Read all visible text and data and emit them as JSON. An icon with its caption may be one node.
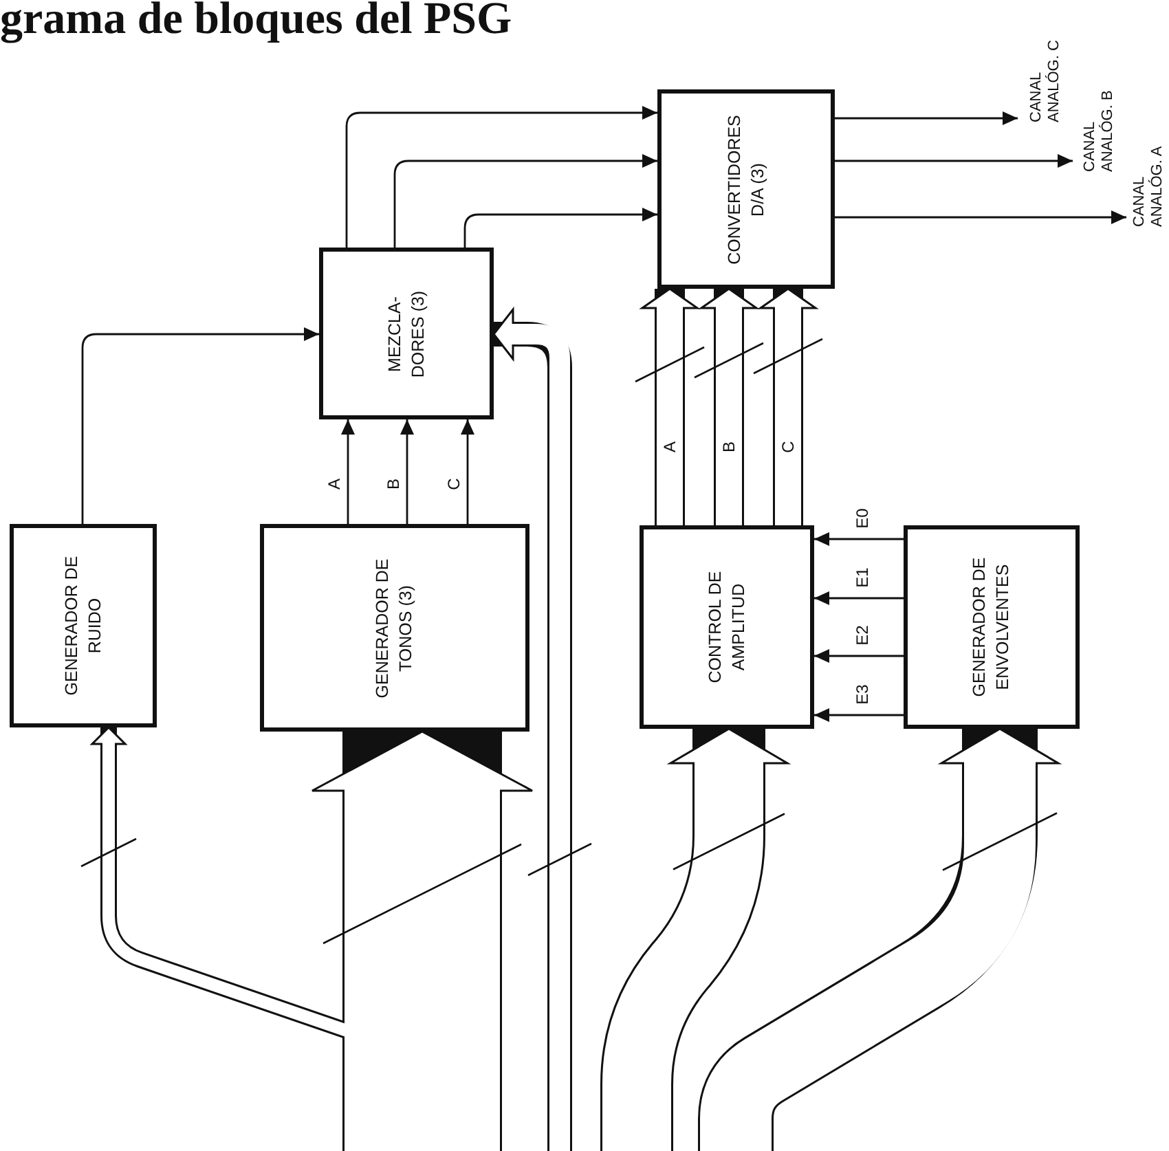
{
  "diagram": {
    "title": "grama de bloques del PSG",
    "nodes": [
      {
        "text": [
          "MEZCLA- DORES (3)"
        ]
      },
      {
        "text": [
          "CONVERTIDORES D/A (3)"
        ]
      },
      {
        "text": [
          "CANAL ANALÓG. C"
        ]
      },
      {
        "text": [
          "CANAL ANALÓG. B"
        ]
      },
      {
        "text": [
          "CANAL ANALÓG. A"
        ]
      },
      {
        "text": [
          "GENERADOR DE RUIDO"
        ]
      },
      {
        "text": [
          "GENERADOR DE TONOS (3)"
        ]
      },
      {
        "text": [
          "CONTROL DE AMPLITUD"
        ]
      },
      {
        "text": [
          "GENERADOR DE ENVOLVENTES"
        ]
      }
    ],
    "edges": [
      {
        "from": 5,
        "to": 0,
        "arrow": "to"
      },
      {
        "from": 6,
        "to": 0,
        "arrow": "to",
        "label": "A"
      },
      {
        "from": 6,
        "to": 0,
        "arrow": "to",
        "label": "B"
      },
      {
        "from": 6,
        "to": 0,
        "arrow": "to",
        "label": "C"
      },
      {
        "from": 0,
        "to": 1,
        "arrow": "to"
      },
      {
        "from": 0,
        "to": 1,
        "arrow": "to"
      },
      {
        "from": 0,
        "to": 1,
        "arrow": "to"
      },
      {
        "from": 1,
        "to": 2,
        "arrow": "to"
      },
      {
        "from": 1,
        "to": 3,
        "arrow": "to"
      },
      {
        "from": 1,
        "to": 4,
        "arrow": "to"
      },
      {
        "from": 7,
        "to": 1,
        "arrow": "to",
        "label": "A",
        "style": "thick"
      },
      {
        "from": 7,
        "to": 1,
        "arrow": "to",
        "label": "B",
        "style": "thick"
      },
      {
        "from": 7,
        "to": 1,
        "arrow": "to",
        "label": "C",
        "style": "thick"
      },
      {
        "from": 8,
        "to": 7,
        "arrow": "to",
        "label": "E0"
      },
      {
        "from": 8,
        "to": 7,
        "arrow": "to",
        "label": "E1"
      },
      {
        "from": 8,
        "to": 7,
        "arrow": "to",
        "label": "E2"
      },
      {
        "from": 8,
        "to": 7,
        "arrow": "to",
        "label": "E3"
      },
      {
        "from": null,
        "to": 5,
        "arrow": "to",
        "style": "thick"
      },
      {
        "from": null,
        "to": 6,
        "arrow": "to",
        "style": "thick"
      },
      {
        "from": null,
        "to": 0,
        "arrow": "to",
        "style": "thick"
      },
      {
        "from": null,
        "to": 7,
        "arrow": "to",
        "style": "thick"
      },
      {
        "from": null,
        "to": 8,
        "arrow": "to",
        "style": "thick"
      }
    ]
  }
}
